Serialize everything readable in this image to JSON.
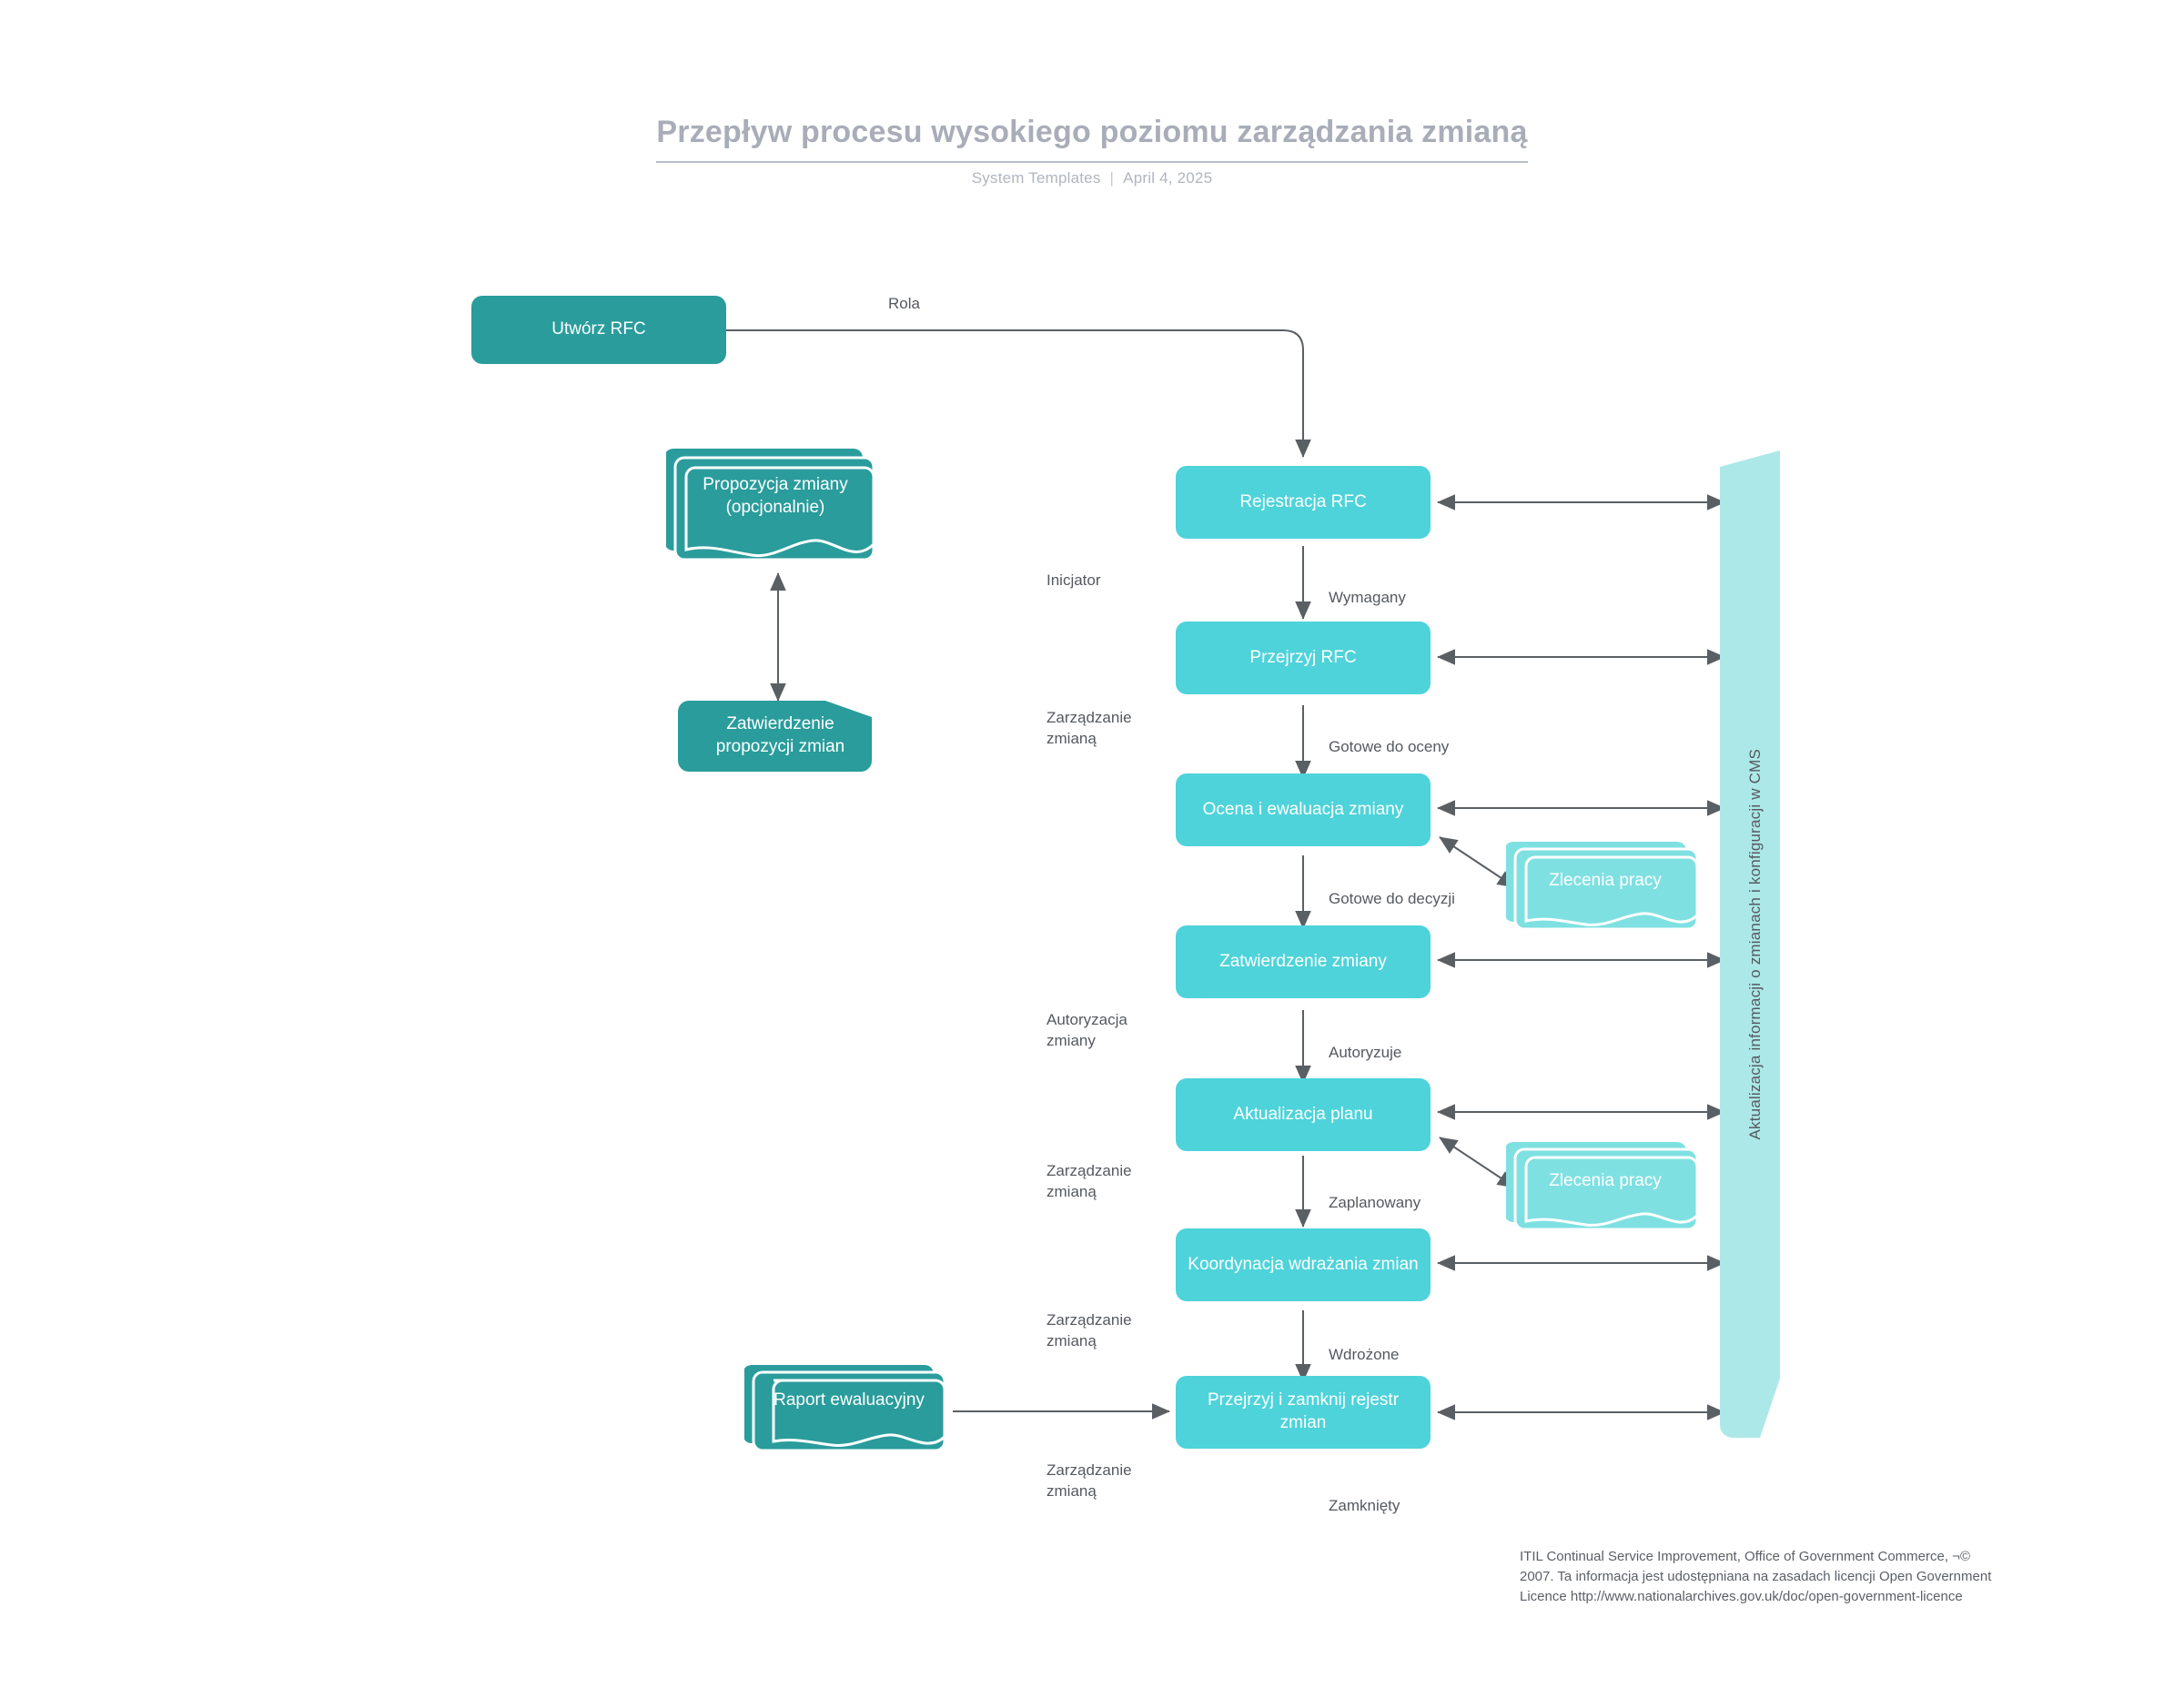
{
  "header": {
    "title": "Przepływ procesu wysokiego poziomu zarządzania zmianą",
    "source": "System Templates",
    "separator": "|",
    "date": "April 4, 2025"
  },
  "colors": {
    "teal_light": "#4ed3da",
    "teal_dark": "#2a9c9c",
    "teal_pale": "#ade8e8",
    "arrow": "#5a5f64",
    "label_text": "#55595f",
    "title_text": "#a8adb8",
    "background": "#ffffff"
  },
  "nodes": {
    "create_rfc": {
      "label": "Utwórz RFC",
      "shape": "process",
      "tone": "dark"
    },
    "change_proposal": {
      "label": "Propozycja zmiany\n(opcjonalnie)",
      "shape": "document-stack",
      "tone": "dark"
    },
    "approve_proposal": {
      "label": "Zatwierdzenie\npropozycji zmian",
      "shape": "process-skew",
      "tone": "dark"
    },
    "register_rfc": {
      "label": "Rejestracja RFC",
      "shape": "process",
      "tone": "light"
    },
    "review_rfc": {
      "label": "Przejrzyj RFC",
      "shape": "process",
      "tone": "light"
    },
    "assess_evaluate": {
      "label": "Ocena i ewaluacja zmiany",
      "shape": "process",
      "tone": "light"
    },
    "approve_change": {
      "label": "Zatwierdzenie zmiany",
      "shape": "process",
      "tone": "light"
    },
    "update_plan": {
      "label": "Aktualizacja planu",
      "shape": "process",
      "tone": "light"
    },
    "coordinate_impl": {
      "label": "Koordynacja wdrażania\nzmian",
      "shape": "process",
      "tone": "light"
    },
    "review_close": {
      "label": "Przejrzyj i zamknij rejestr\nzmian",
      "shape": "process",
      "tone": "light"
    },
    "work_orders_1": {
      "label": "Zlecenia pracy",
      "shape": "document-stack",
      "tone": "light"
    },
    "work_orders_2": {
      "label": "Zlecenia pracy",
      "shape": "document-stack",
      "tone": "light"
    },
    "evaluation_report": {
      "label": "Raport ewaluacyjny",
      "shape": "document-stack",
      "tone": "dark"
    },
    "cms_bar": {
      "label": "Aktualizacja informacji o zmianach i konfiguracji w CMS",
      "shape": "vertical-band",
      "tone": "pale"
    }
  },
  "edge_labels": {
    "role": "Rola",
    "required": "Wymagany",
    "ready_for_assessment": "Gotowe do oceny",
    "ready_for_decision": "Gotowe do decyzji",
    "authorizes": "Autoryzuje",
    "planned": "Zaplanowany",
    "implemented": "Wdrożone",
    "closed": "Zamknięty"
  },
  "lane_labels": {
    "initiator": "Inicjator",
    "change_mgmt_1": "Zarządzanie\nzmianą",
    "change_authorization": "Autoryzacja\nzmiany",
    "change_mgmt_2": "Zarządzanie\nzmianą",
    "change_mgmt_3": "Zarządzanie\nzmianą",
    "change_mgmt_4": "Zarządzanie\nzmianą"
  },
  "footer": {
    "line1": "ITIL Continual Service Improvement, Office of Government Commerce, ¬©",
    "line2": "2007. Ta informacja jest udostępniana na zasadach licencji Open Government",
    "line3": "Licence http://www.nationalarchives.gov.uk/doc/open-government-licence"
  }
}
